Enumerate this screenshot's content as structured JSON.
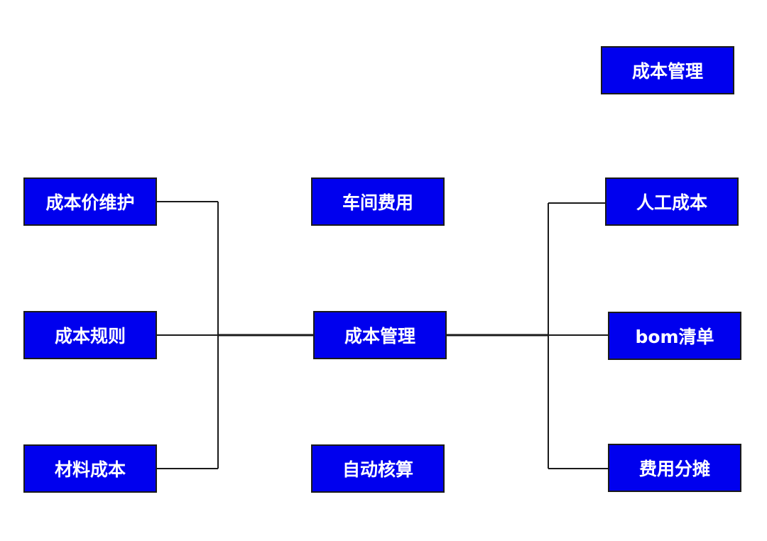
{
  "title_box": "成本管理",
  "center": "成本管理",
  "left": [
    "成本价维护",
    "成本规则",
    "材料成本"
  ],
  "middle": [
    "车间费用",
    "自动核算"
  ],
  "right": [
    "人工成本",
    "bom清单",
    "费用分摊"
  ],
  "colors": {
    "box_fill": "#0000ee",
    "box_text": "#ffffff",
    "box_border": "#1a1a1a",
    "connector": "#1a1a1a",
    "background": "#ffffff"
  }
}
